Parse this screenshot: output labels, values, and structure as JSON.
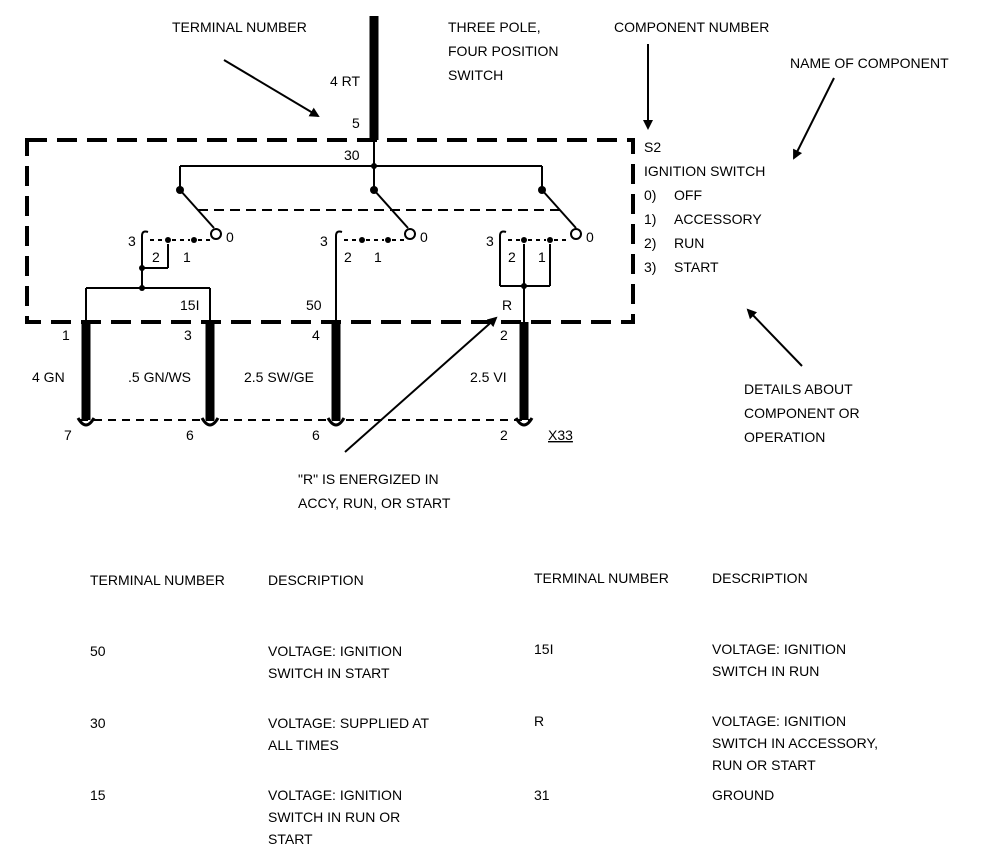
{
  "callouts": {
    "terminal_number": "TERMINAL NUMBER",
    "switch_type_line1": "THREE POLE,",
    "switch_type_line2": "FOUR POSITION",
    "switch_type_line3": "SWITCH",
    "component_number": "COMPONENT NUMBER",
    "name_of_component": "NAME OF COMPONENT",
    "details_line1": "DETAILS ABOUT",
    "details_line2": "COMPONENT OR",
    "details_line3": "OPERATION",
    "r_note_line1": "\"R\" IS ENERGIZED IN",
    "r_note_line2": "ACCY, RUN, OR START"
  },
  "component": {
    "id": "S2",
    "name": "IGNITION SWITCH",
    "positions": [
      {
        "num": "0)",
        "label": "OFF"
      },
      {
        "num": "1)",
        "label": "ACCESSORY"
      },
      {
        "num": "2)",
        "label": "RUN"
      },
      {
        "num": "3)",
        "label": "START"
      }
    ]
  },
  "wires": {
    "top_wire": "4 RT",
    "top_terminal_outer": "5",
    "top_terminal_inner": "30",
    "wire_a": "4 GN",
    "wire_b": ".5 GN/WS",
    "wire_c": "2.5 SW/GE",
    "wire_d": "2.5 VI"
  },
  "terminals": {
    "t15i": "15I",
    "t50": "50",
    "tR": "R",
    "out_1": "1",
    "out_3": "3",
    "out_4": "4",
    "out_2": "2",
    "conn_7": "7",
    "conn_6a": "6",
    "conn_6b": "6",
    "conn_2": "2",
    "connector": "X33"
  },
  "switch_labels": {
    "p1_3": "3",
    "p1_2": "2",
    "p1_1": "1",
    "p1_0": "0",
    "p2_3": "3",
    "p2_2": "2",
    "p2_1": "1",
    "p2_0": "0",
    "p3_3": "3",
    "p3_2": "2",
    "p3_1": "1",
    "p3_0": "0"
  },
  "table": {
    "col_terminal": "TERMINAL NUMBER",
    "col_description": "DESCRIPTION",
    "left_rows": [
      {
        "terminal": "50",
        "description": [
          "VOLTAGE: IGNITION",
          "SWITCH IN START"
        ]
      },
      {
        "terminal": "30",
        "description": [
          "VOLTAGE: SUPPLIED AT",
          "ALL TIMES"
        ]
      },
      {
        "terminal": "15",
        "description": [
          "VOLTAGE: IGNITION",
          "SWITCH IN RUN OR",
          "START"
        ]
      }
    ],
    "right_rows": [
      {
        "terminal": "15I",
        "description": [
          "VOLTAGE: IGNITION",
          "SWITCH IN RUN"
        ]
      },
      {
        "terminal": "R",
        "description": [
          "VOLTAGE: IGNITION",
          "SWITCH IN ACCESSORY,",
          "RUN OR START"
        ]
      },
      {
        "terminal": "31",
        "description": [
          "GROUND"
        ]
      }
    ]
  }
}
